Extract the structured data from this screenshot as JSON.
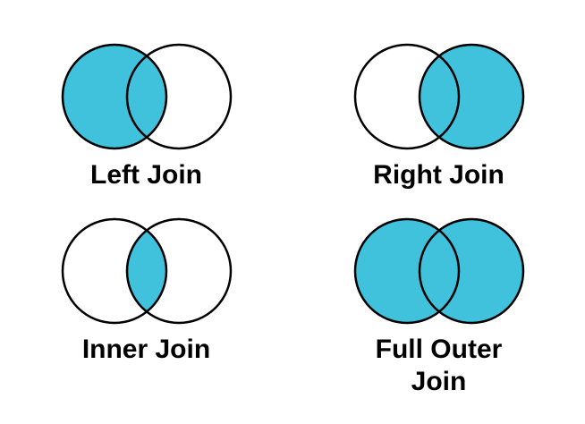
{
  "page": {
    "background": "#FFFFFF",
    "description": "SQL join types shown as two-circle Venn diagrams"
  },
  "colors": {
    "accent": "#40C2DD",
    "outline": "#000000",
    "text": "#000000",
    "unfilled": "#FFFFFF"
  },
  "diagrams": [
    {
      "label": "Left Join",
      "left_filled": true,
      "right_filled": false,
      "intersection_filled": true
    },
    {
      "label": "Right Join",
      "left_filled": false,
      "right_filled": true,
      "intersection_filled": true
    },
    {
      "label": "Inner Join",
      "left_filled": false,
      "right_filled": false,
      "intersection_filled": true
    },
    {
      "label": "Full Outer Join",
      "left_filled": true,
      "right_filled": true,
      "intersection_filled": true
    }
  ]
}
